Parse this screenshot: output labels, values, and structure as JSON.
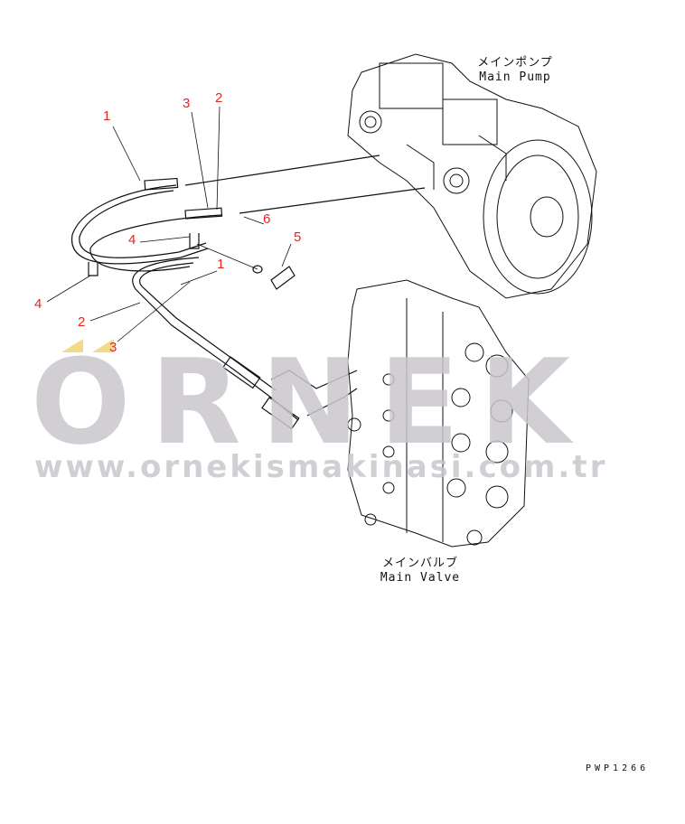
{
  "diagram": {
    "callouts": [
      {
        "id": "c1a",
        "text": "1"
      },
      {
        "id": "c3a",
        "text": "3"
      },
      {
        "id": "c2a",
        "text": "2"
      },
      {
        "id": "c4a",
        "text": "4"
      },
      {
        "id": "c6",
        "text": "6"
      },
      {
        "id": "c5",
        "text": "5"
      },
      {
        "id": "c1b",
        "text": "1"
      },
      {
        "id": "c4b",
        "text": "4"
      },
      {
        "id": "c2b",
        "text": "2"
      },
      {
        "id": "c3b",
        "text": "3"
      }
    ],
    "main_pump": {
      "jp": "メインポンプ",
      "en": "Main Pump"
    },
    "main_valve": {
      "jp": "メインバルブ",
      "en": "Main Valve"
    },
    "drawing_code": "PWP1266",
    "watermark": {
      "brand": "ORNEK",
      "url": "www.ornekismakinasi.com.tr"
    },
    "colors": {
      "callout": "#e8251d",
      "watermark": "#c9c7cc",
      "accent": "#f5d98a"
    }
  }
}
